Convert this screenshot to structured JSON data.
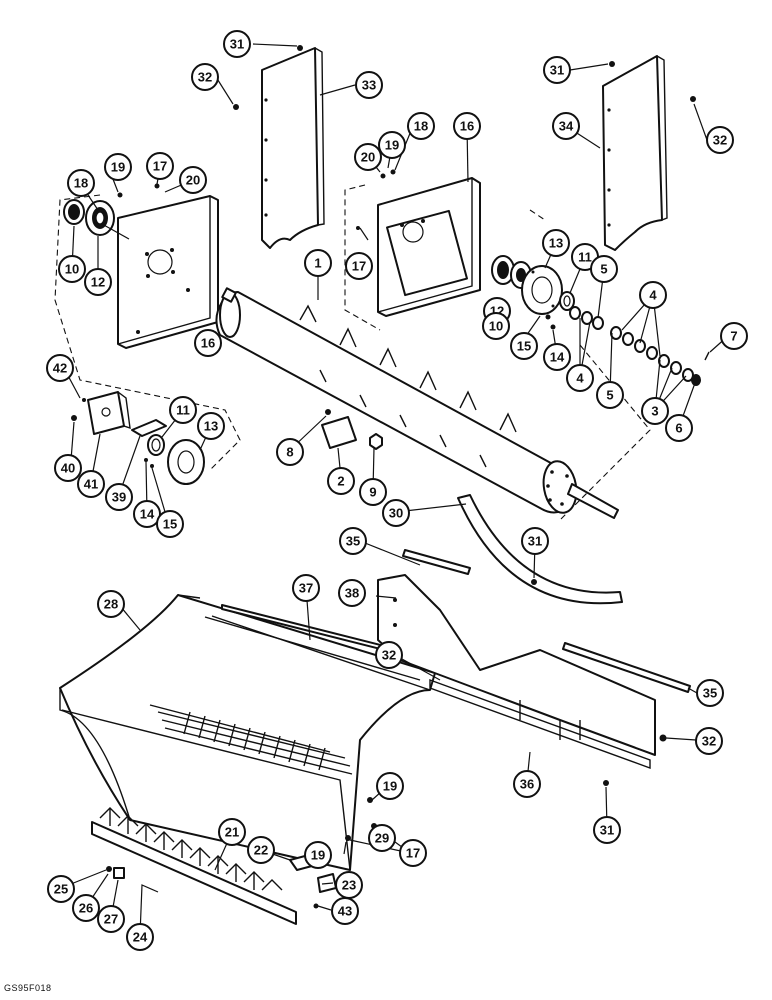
{
  "figure_code": "GS95F018",
  "callouts": {
    "c1": "1",
    "c2": "2",
    "c3": "3",
    "c4a": "4",
    "c4b": "4",
    "c5a": "5",
    "c5b": "5",
    "c6": "6",
    "c7": "7",
    "c8": "8",
    "c9": "9",
    "c10a": "10",
    "c10b": "10",
    "c11a": "11",
    "c11b": "11",
    "c12a": "12",
    "c12b": "12",
    "c13a": "13",
    "c13b": "13",
    "c14a": "14",
    "c14b": "14",
    "c15a": "15",
    "c15b": "15",
    "c16a": "16",
    "c16b": "16",
    "c17a": "17",
    "c17b": "17",
    "c17c": "17",
    "c18a": "18",
    "c18b": "18",
    "c19a": "19",
    "c19b": "19",
    "c19c": "19",
    "c19d": "19",
    "c20a": "20",
    "c20b": "20",
    "c21": "21",
    "c22": "22",
    "c23": "23",
    "c24": "24",
    "c25": "25",
    "c26": "26",
    "c27": "27",
    "c28": "28",
    "c29": "29",
    "c30": "30",
    "c31a": "31",
    "c31b": "31",
    "c31c": "31",
    "c31d": "31",
    "c32a": "32",
    "c32b": "32",
    "c32c": "32",
    "c32d": "32",
    "c33": "33",
    "c34": "34",
    "c35a": "35",
    "c35b": "35",
    "c36": "36",
    "c37": "37",
    "c38": "38",
    "c39": "39",
    "c40": "40",
    "c41": "41",
    "c42": "42",
    "c43": "43"
  }
}
